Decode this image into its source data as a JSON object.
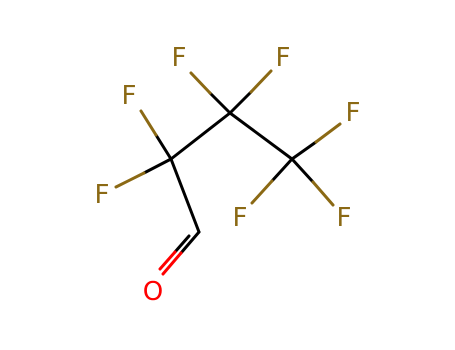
{
  "molecule": {
    "atoms": {
      "f1": "F",
      "f2": "F",
      "f3": "F",
      "f4": "F",
      "f5": "F",
      "f6": "F",
      "f7": "F",
      "o1": "O"
    }
  },
  "colors": {
    "bond": "#000000",
    "fluorine": "#8B6914",
    "oxygen": "#FF0000"
  }
}
